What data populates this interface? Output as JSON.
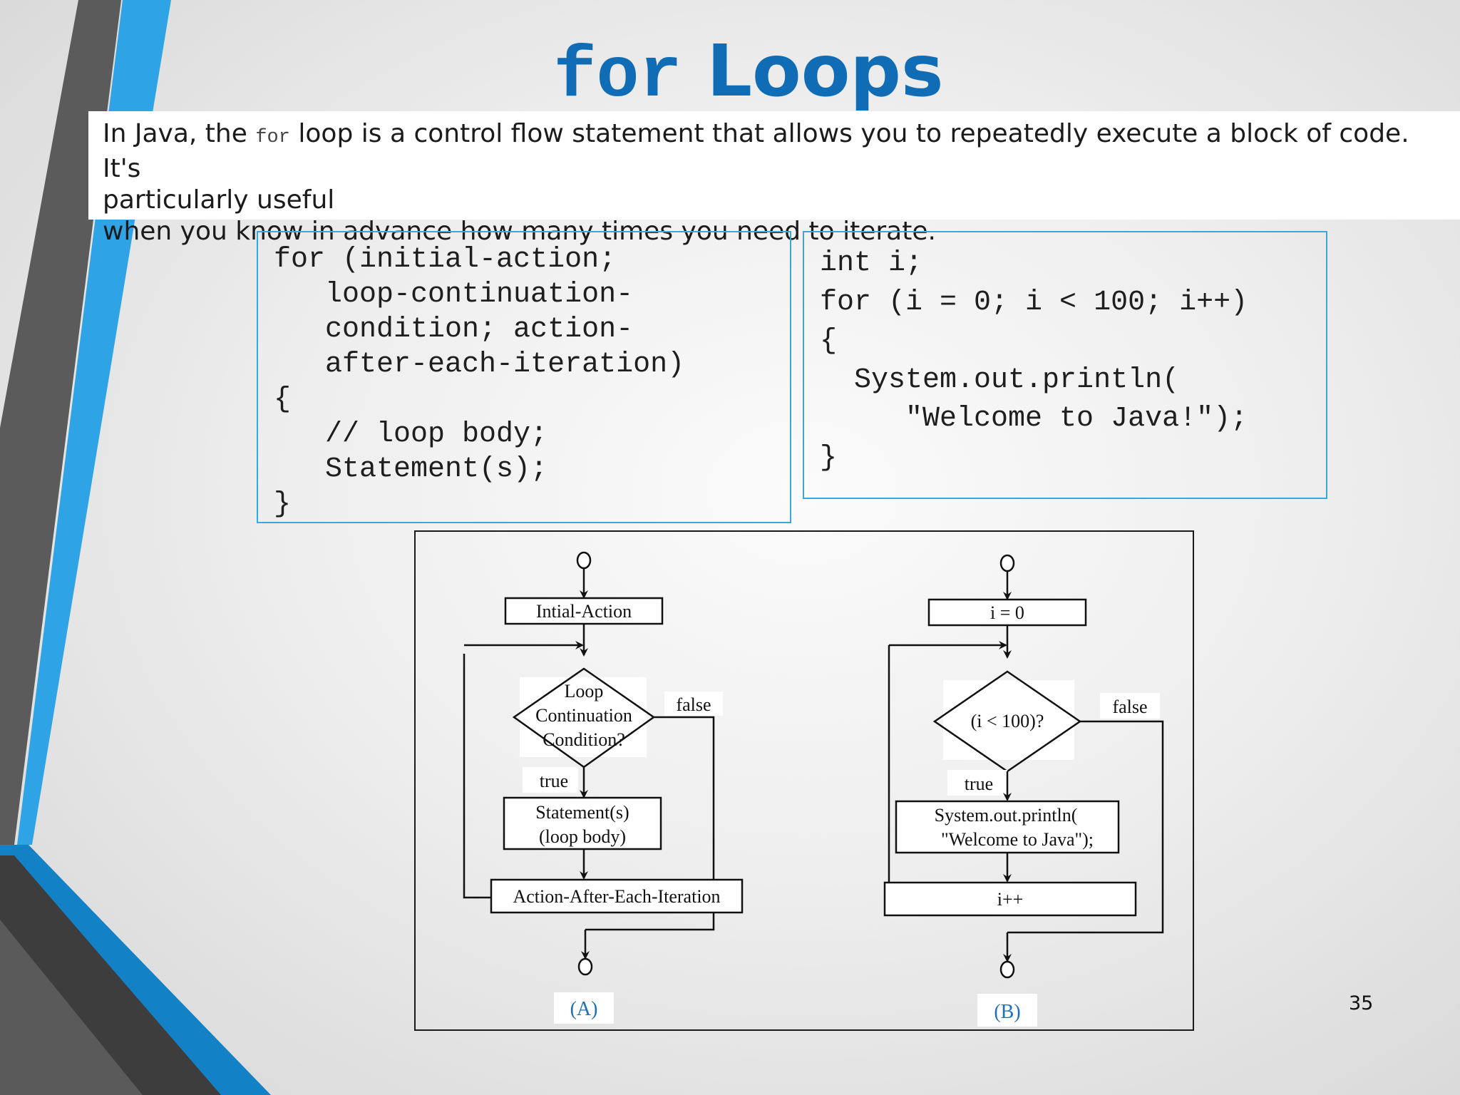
{
  "slide": {
    "title_keyword": "for",
    "title_word": "Loops",
    "description": {
      "part1": "In Java, the ",
      "code": "for",
      "part2": " loop is a control flow statement that allows you to repeatedly execute a block of code. It's",
      "line2": "particularly useful",
      "line3": "when you know in advance how many times you need to iterate."
    },
    "syntax_code": "for (initial-action;\n   loop-continuation-\n   condition; action-\n   after-each-iteration)\n{\n   // loop body;\n   Statement(s);\n}",
    "example_code": "int i;\nfor (i = 0; i < 100; i++)\n{\n  System.out.println(\n     \"Welcome to Java!\");\n}",
    "page_number": "35"
  },
  "flowchart_a": {
    "init": "Intial-Action",
    "cond_line1": "Loop",
    "cond_line2": "Continuation",
    "cond_line3": "Condition?",
    "false_label": "false",
    "true_label": "true",
    "body_line1": "Statement(s)",
    "body_line2": "(loop body)",
    "update": "Action-After-Each-Iteration",
    "caption": "(A)"
  },
  "flowchart_b": {
    "init": "i = 0",
    "cond": "(i < 100)?",
    "false_label": "false",
    "true_label": "true",
    "body_line1": "System.out.println(",
    "body_line2": "\"Welcome to Java\");",
    "update": "i++",
    "caption": "(B)"
  },
  "colors": {
    "accent": "#0f6cb5",
    "code_border": "#3aa7dc",
    "deco_blue": "#2ea3e6",
    "deco_dark": "#4a4a4a"
  }
}
